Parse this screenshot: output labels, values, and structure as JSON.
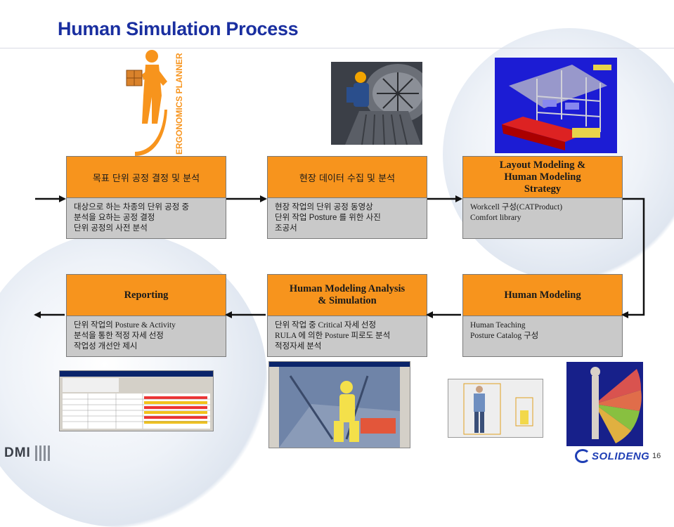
{
  "slide": {
    "title": "Human Simulation Process",
    "page_number": "16"
  },
  "logo_ergo": {
    "text": "ERGONOMICS PLANNER",
    "color": "#f7941d"
  },
  "top_row": [
    {
      "head": "목표 단위 공정 결정 및 분석",
      "lines": [
        "대상으로 하는 차종의 단위 공정 중",
        "분석을 요하는 공정 결정",
        "단위 공정의 사전 분석"
      ]
    },
    {
      "head": "현장 데이터 수집 및 분석",
      "lines": [
        "현장 작업의 단위 공정 동영상",
        "단위 작업 Posture 를 위한 사진",
        "조공서"
      ]
    },
    {
      "head_lines": [
        "Layout Modeling &",
        "Human Modeling",
        "Strategy"
      ],
      "lines": [
        "Workcell 구성(CATProduct)",
        "Comfort library"
      ]
    }
  ],
  "bottom_row": [
    {
      "head": "Reporting",
      "lines": [
        "단위 작업의 Posture & Activity",
        "분석을 통한 적정 자세 선정",
        "작업성 개선안 제시"
      ]
    },
    {
      "head_lines": [
        "Human Modeling Analysis",
        "& Simulation"
      ],
      "lines": [
        "단위 작업 중 Critical 자세 선정",
        "RULA 에 의한 Posture 피로도 분석",
        "적정자세 분석"
      ]
    },
    {
      "head": "Human Modeling",
      "lines": [
        "Human Teaching",
        "Posture Catalog 구성"
      ]
    }
  ],
  "footer": {
    "dmi_logo": "DMI",
    "solideng_logo": "SOLIDENG"
  },
  "colors": {
    "accent": "#f7941d",
    "title": "#1a2fa0",
    "box_body": "#c9c9c9"
  }
}
